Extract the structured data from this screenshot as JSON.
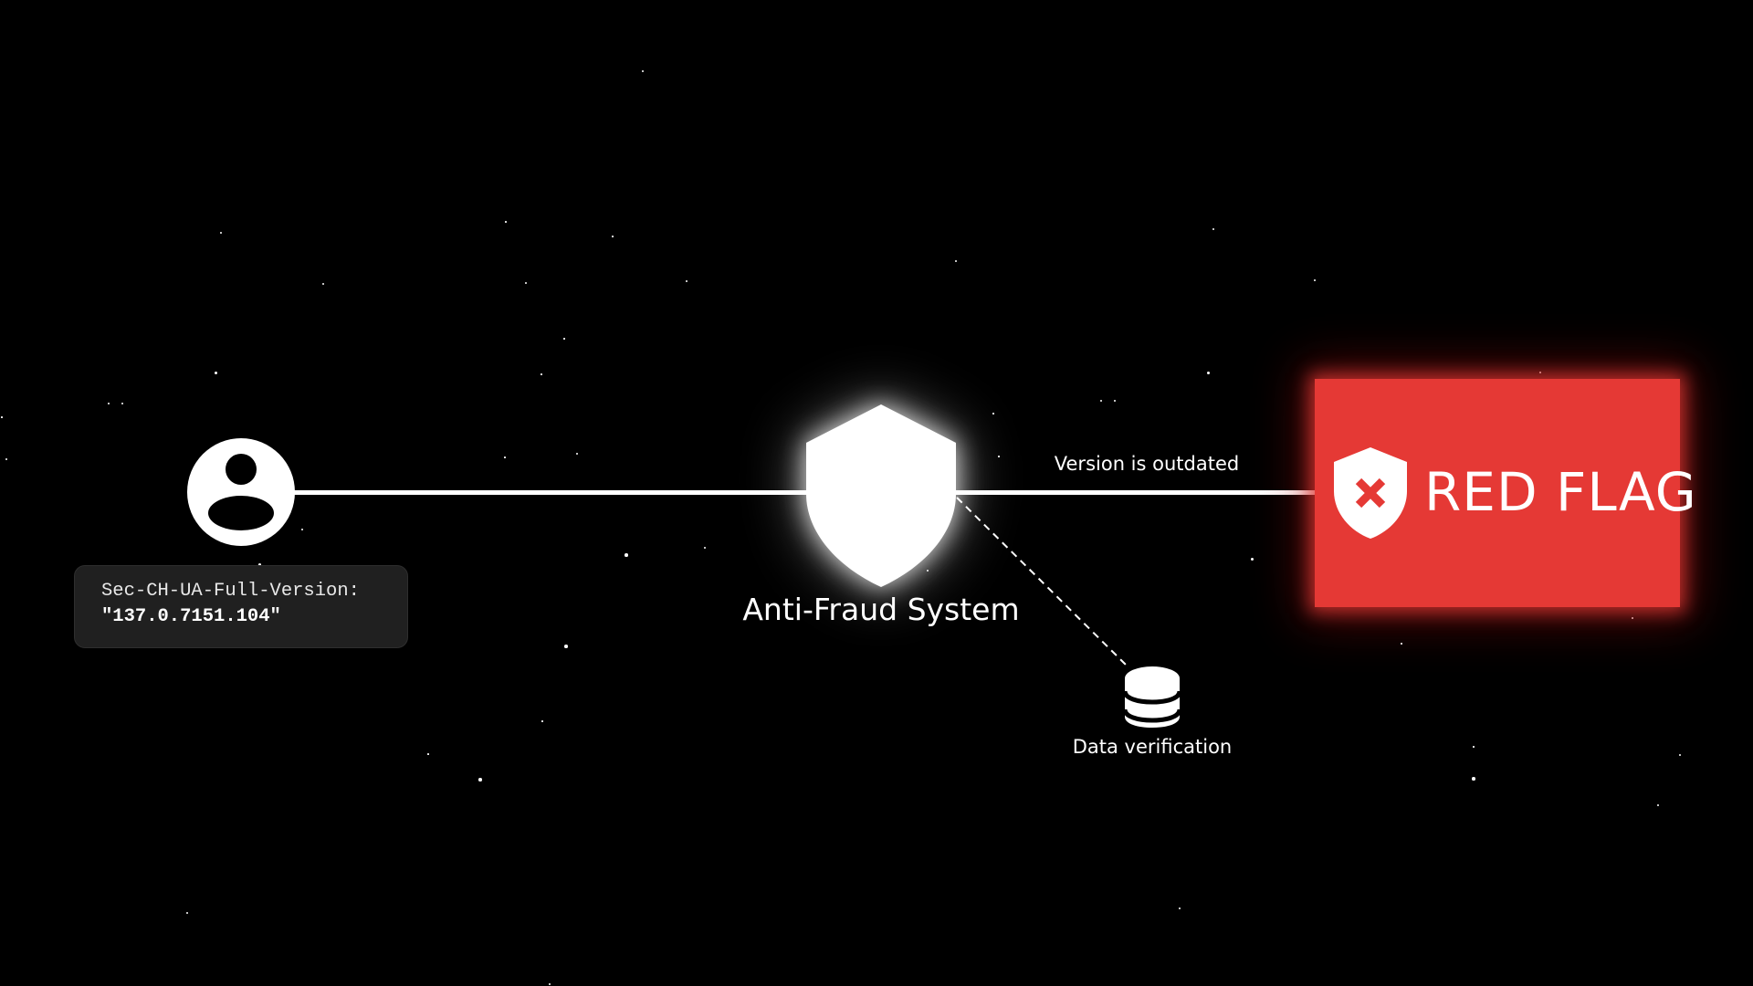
{
  "diagram": {
    "background_color": "#000000",
    "user_node": {
      "icon": "user-avatar-icon",
      "header_card": {
        "header_name": "Sec-CH-UA-Full-Version:",
        "header_value": "\"137.0.7151.104\""
      }
    },
    "anti_fraud_node": {
      "icon": "shield-icon",
      "label": "Anti-Fraud System"
    },
    "edge_to_result": {
      "label": "Version is outdated"
    },
    "data_node": {
      "icon": "database-icon",
      "label": "Data verification"
    },
    "result_node": {
      "icon": "shield-x-icon",
      "label": "RED FLAG",
      "color": "#e53935"
    }
  },
  "stars": [
    [
      704,
      78,
      2
    ],
    [
      242,
      255,
      2
    ],
    [
      354,
      311,
      2
    ],
    [
      576,
      310,
      2
    ],
    [
      752,
      308,
      2
    ],
    [
      554,
      243,
      1.5
    ],
    [
      671,
      259,
      1.5
    ],
    [
      236,
      408,
      3
    ],
    [
      119,
      442,
      2
    ],
    [
      134,
      442,
      2
    ],
    [
      2,
      457,
      1.5
    ],
    [
      7,
      503,
      2
    ],
    [
      632,
      497,
      2
    ],
    [
      618,
      371,
      1.5
    ],
    [
      593,
      410,
      1.5
    ],
    [
      553,
      501,
      1.5
    ],
    [
      1047,
      286,
      2.5
    ],
    [
      1329,
      251,
      2
    ],
    [
      1440,
      307,
      2
    ],
    [
      1323,
      408,
      3
    ],
    [
      1206,
      439,
      2
    ],
    [
      1221,
      439,
      2
    ],
    [
      1088,
      453,
      1.5
    ],
    [
      1094,
      500,
      1.5
    ],
    [
      1687,
      408,
      2.5
    ],
    [
      284,
      618,
      3
    ],
    [
      331,
      580,
      2
    ],
    [
      686,
      608,
      3.5
    ],
    [
      772,
      600,
      2
    ],
    [
      620,
      708,
      3.5
    ],
    [
      594,
      790,
      1.5
    ],
    [
      469,
      826,
      1.5
    ],
    [
      526,
      854,
      3.5
    ],
    [
      205,
      1000,
      2.5
    ],
    [
      602,
      1078,
      2
    ],
    [
      1371,
      612,
      3
    ],
    [
      1788,
      677,
      2
    ],
    [
      1614,
      818,
      1.5
    ],
    [
      1840,
      827,
      2
    ],
    [
      1614,
      853,
      3.5
    ],
    [
      1816,
      882,
      2
    ],
    [
      1292,
      995,
      2
    ],
    [
      1535,
      705,
      1.5
    ],
    [
      1016,
      625,
      2
    ]
  ]
}
